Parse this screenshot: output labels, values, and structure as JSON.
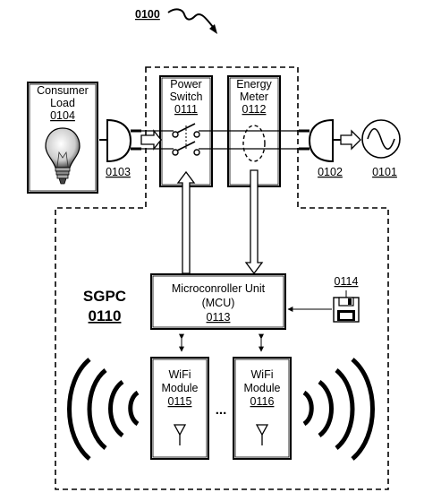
{
  "figure_ref": "0100",
  "consumer_load": {
    "line1": "Consumer",
    "line2": "Load",
    "ref": "0104"
  },
  "plug_left_ref": "0103",
  "plug_right_ref": "0102",
  "source_ref": "0101",
  "power_switch": {
    "line1": "Power",
    "line2": "Switch",
    "ref": "0111"
  },
  "energy_meter": {
    "line1": "Energy",
    "line2": "Meter",
    "ref": "0112"
  },
  "sgpc": {
    "name": "SGPC",
    "ref": "0110"
  },
  "mcu": {
    "line1": "Microconroller Unit",
    "line2": "(MCU)",
    "ref": "0113"
  },
  "storage_ref": "0114",
  "wifi_1": {
    "line1": "WiFi",
    "line2": "Module",
    "ref": "0115"
  },
  "wifi_2": {
    "line1": "WiFi",
    "line2": "Module",
    "ref": "0116"
  },
  "ellipsis": "...",
  "icons": [
    "light-bulb-icon",
    "plug-icon",
    "ac-source-icon",
    "floppy-disk-icon",
    "antenna-icon",
    "radio-waves-icon"
  ]
}
